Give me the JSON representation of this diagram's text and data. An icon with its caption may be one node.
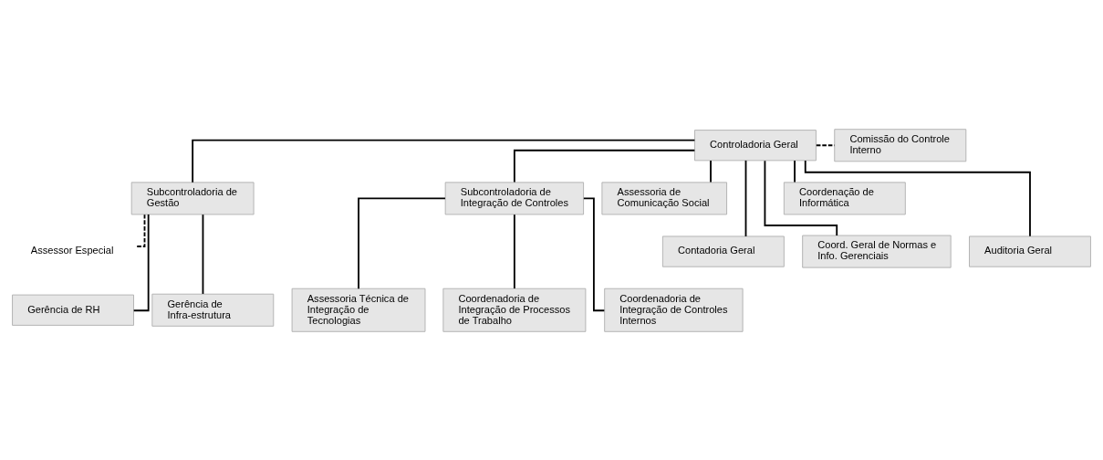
{
  "diagram": {
    "nodes": [
      {
        "text": [
          "Controladoria Geral"
        ]
      },
      {
        "text": [
          "Comissão do Controle Interno"
        ]
      },
      {
        "text": [
          "Subcontroladoria de Gestão"
        ]
      },
      {
        "text": [
          "Subcontroladoria de Integração de Controles"
        ]
      },
      {
        "text": [
          "Assessor Especial"
        ]
      },
      {
        "text": [
          "Gerência de RH"
        ]
      },
      {
        "text": [
          "Gerência de Infra-estrutura"
        ]
      },
      {
        "text": [
          "Assessoria Técnica de Integração de Tecnologias"
        ]
      },
      {
        "text": [
          "Coordenadoria de Integração de Processos de Trabalho"
        ]
      },
      {
        "text": [
          "Coordenadoria de Integração de Controles Internos"
        ]
      },
      {
        "text": [
          "Assessoria de Comunicação Social"
        ]
      },
      {
        "text": [
          "Coordenação de Informática"
        ]
      },
      {
        "text": [
          "Contadoria Geral"
        ]
      },
      {
        "text": [
          "Auditoria Geral"
        ]
      },
      {
        "text": [
          "Coord. Geral de Normas e Info. Gerenciais"
        ]
      }
    ],
    "edges": [
      {
        "from": 0,
        "to": 1,
        "arrow": "none",
        "style": "dashed"
      },
      {
        "from": 0,
        "to": 2,
        "arrow": "none"
      },
      {
        "from": 0,
        "to": 3,
        "arrow": "none"
      },
      {
        "from": 4,
        "to": 2,
        "arrow": "none",
        "style": "dashed"
      },
      {
        "from": 2,
        "to": 5,
        "arrow": "none"
      },
      {
        "from": 2,
        "to": 6,
        "arrow": "none"
      },
      {
        "from": 3,
        "to": 7,
        "arrow": "none"
      },
      {
        "from": 3,
        "to": 8,
        "arrow": "none"
      },
      {
        "from": 3,
        "to": 9,
        "arrow": "none"
      },
      {
        "from": 0,
        "to": 10,
        "arrow": "none"
      },
      {
        "from": 0,
        "to": 11,
        "arrow": "none"
      },
      {
        "from": 0,
        "to": 12,
        "arrow": "none"
      },
      {
        "from": 0,
        "to": 13,
        "arrow": "none"
      },
      {
        "from": 0,
        "to": 14,
        "arrow": "none"
      }
    ]
  }
}
